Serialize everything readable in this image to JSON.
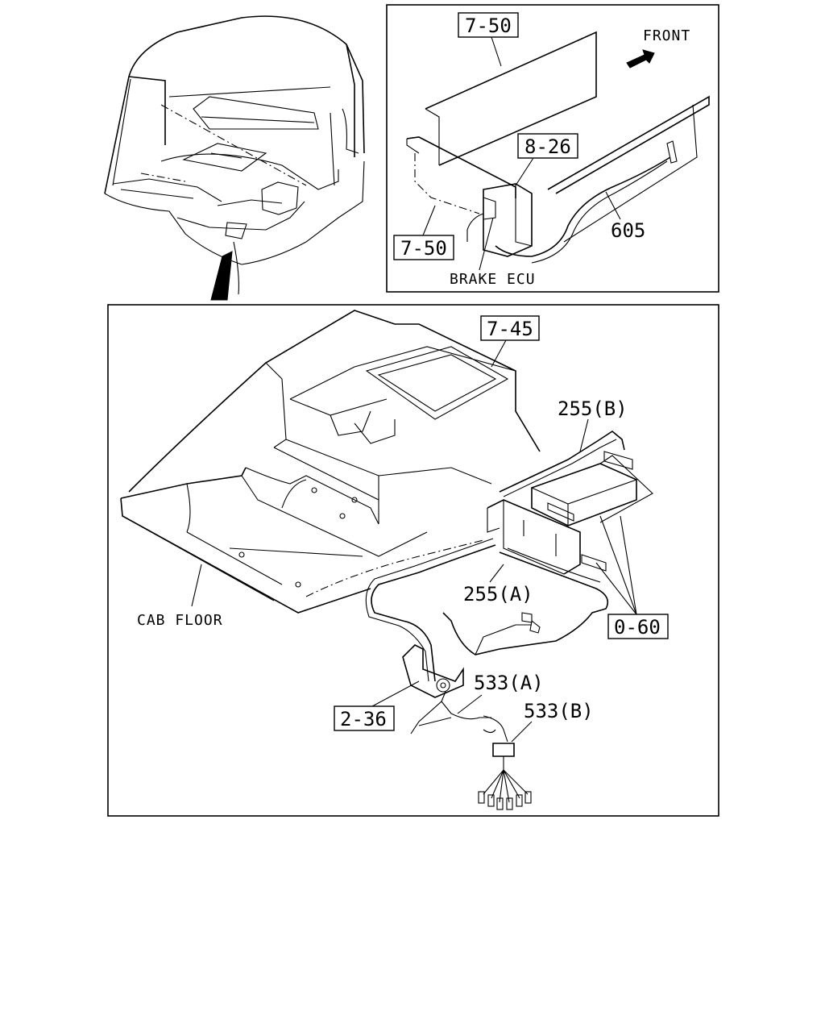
{
  "top_right_panel": {
    "ref_top": "7-50",
    "ref_bottom": "7-50",
    "ref_bracket": "8-26",
    "front_label": "FRONT",
    "harness_label": "605",
    "ecu_label": "BRAKE ECU"
  },
  "main_panel": {
    "ref_cover": "7-45",
    "cab_floor_label": "CAB FLOOR",
    "harness_b_label": "255(B)",
    "harness_a_label": "255(A)",
    "ref_ecu_mount": "0-60",
    "ref_bracket": "2-36",
    "connector_a_label": "533(A)",
    "connector_b_label": "533(B)"
  }
}
